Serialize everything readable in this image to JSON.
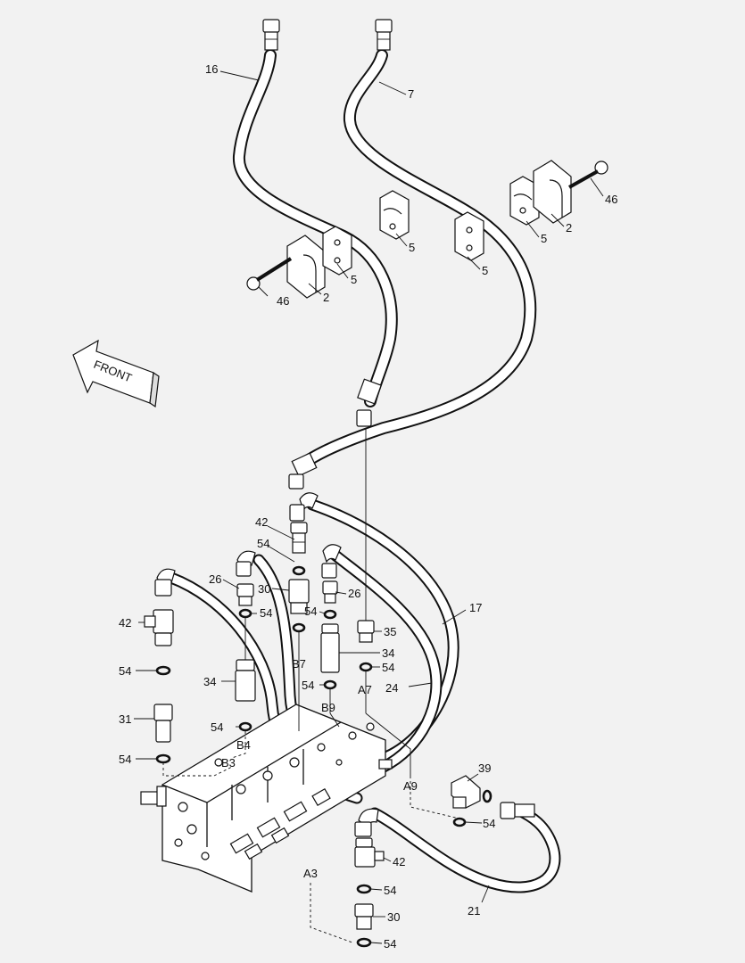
{
  "arrow": {
    "text": "FRONT"
  },
  "callouts": [
    {
      "id": "c16a",
      "text": "16"
    },
    {
      "id": "c7",
      "text": "7"
    },
    {
      "id": "c46a",
      "text": "46"
    },
    {
      "id": "c2a",
      "text": "2"
    },
    {
      "id": "c5a",
      "text": "5"
    },
    {
      "id": "c5b",
      "text": "5"
    },
    {
      "id": "c46b",
      "text": "46"
    },
    {
      "id": "c5c",
      "text": "5"
    },
    {
      "id": "c2b",
      "text": "2"
    },
    {
      "id": "c5d",
      "text": "5"
    },
    {
      "id": "c5e",
      "text": "5"
    },
    {
      "id": "c42a",
      "text": "42"
    },
    {
      "id": "c54a",
      "text": "54"
    },
    {
      "id": "c26a",
      "text": "26"
    },
    {
      "id": "c30a",
      "text": "30"
    },
    {
      "id": "c54b",
      "text": "54"
    },
    {
      "id": "c26b",
      "text": "26"
    },
    {
      "id": "c54c",
      "text": "54"
    },
    {
      "id": "c17",
      "text": "17"
    },
    {
      "id": "c42b",
      "text": "42"
    },
    {
      "id": "c35",
      "text": "35"
    },
    {
      "id": "c34a",
      "text": "34"
    },
    {
      "id": "c54d",
      "text": "54"
    },
    {
      "id": "c34b",
      "text": "34"
    },
    {
      "id": "c54e",
      "text": "54"
    },
    {
      "id": "c24",
      "text": "24"
    },
    {
      "id": "c54f",
      "text": "54"
    },
    {
      "id": "c31",
      "text": "31"
    },
    {
      "id": "c54g",
      "text": "54"
    },
    {
      "id": "c54h",
      "text": "54"
    },
    {
      "id": "c39",
      "text": "39"
    },
    {
      "id": "c54i",
      "text": "54"
    },
    {
      "id": "c42c",
      "text": "42"
    },
    {
      "id": "c54j",
      "text": "54"
    },
    {
      "id": "c30b",
      "text": "30"
    },
    {
      "id": "c54k",
      "text": "54"
    },
    {
      "id": "c21",
      "text": "21"
    }
  ],
  "ports": [
    {
      "id": "pB7",
      "text": "B7"
    },
    {
      "id": "pA7",
      "text": "A7"
    },
    {
      "id": "pB9",
      "text": "B9"
    },
    {
      "id": "pB4",
      "text": "B4"
    },
    {
      "id": "pB3",
      "text": "B3"
    },
    {
      "id": "pA9",
      "text": "A9"
    },
    {
      "id": "pA3",
      "text": "A3"
    }
  ]
}
